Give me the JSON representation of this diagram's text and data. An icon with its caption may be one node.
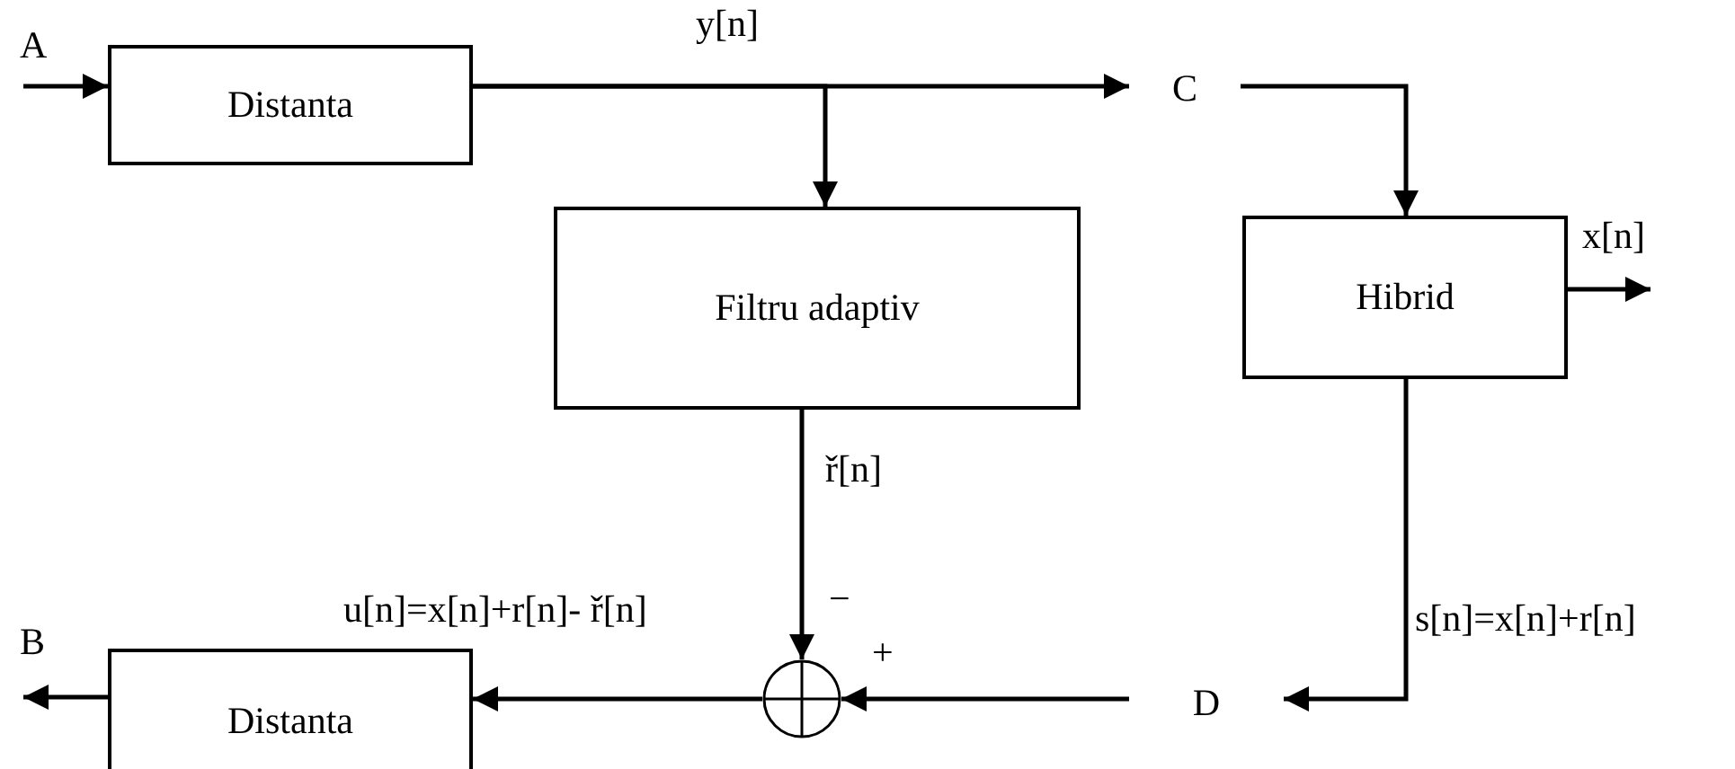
{
  "diagram": {
    "nodes": [
      {
        "text": [
          "Distanta"
        ]
      },
      {
        "text": [
          "C"
        ]
      },
      {
        "text": [
          "Filtru adaptiv"
        ]
      },
      {
        "text": [
          "Hibrid"
        ]
      },
      {
        "text": [
          "Distanta"
        ]
      },
      {
        "text": [],
        "shape": "circle"
      },
      {
        "text": [
          "D"
        ]
      }
    ],
    "edges": [
      {
        "from": null,
        "to": 0,
        "arrow": "to"
      },
      {
        "from": 0,
        "to": 1,
        "arrow": "to",
        "label": "y[n]"
      },
      {
        "from": 0,
        "to": 2,
        "arrow": "to"
      },
      {
        "from": 1,
        "to": 3,
        "arrow": "to"
      },
      {
        "from": 3,
        "to": null,
        "arrow": "to",
        "label": "x[n]"
      },
      {
        "from": 2,
        "to": 5,
        "arrow": "to",
        "label": "ř[n]"
      },
      {
        "from": 3,
        "to": 6,
        "arrow": "to",
        "label": "s[n]=x[n]+r[n]"
      },
      {
        "from": 6,
        "to": 5,
        "arrow": "to"
      },
      {
        "from": 5,
        "to": 4,
        "arrow": "to",
        "label": "u[n]=x[n]+r[n]- ř[n]"
      },
      {
        "from": 4,
        "to": null,
        "arrow": "to"
      }
    ],
    "labels": [
      "A",
      "−",
      "B",
      "+"
    ]
  }
}
